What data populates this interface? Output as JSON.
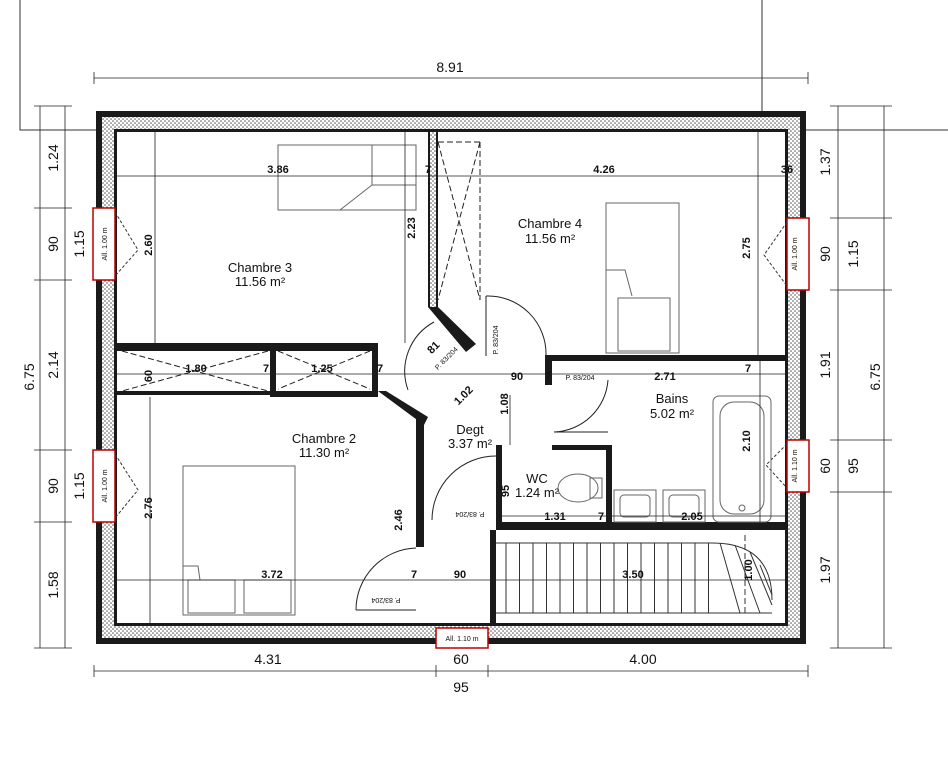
{
  "rooms": {
    "chambre3": {
      "name": "Chambre 3",
      "area": "11.56 m²"
    },
    "chambre4": {
      "name": "Chambre 4",
      "area": "11.56 m²"
    },
    "chambre2": {
      "name": "Chambre 2",
      "area": "11.30 m²"
    },
    "degt": {
      "name": "Degt",
      "area": "3.37 m²"
    },
    "bains": {
      "name": "Bains",
      "area": "5.02 m²"
    },
    "wc": {
      "name": "WC",
      "area": "1.24 m²"
    }
  },
  "dimensions": {
    "top_total": "8.91",
    "bottom_total": "95",
    "bottom_left": "4.31",
    "bottom_mid": "60",
    "bottom_right": "4.00",
    "left_total": "6.75",
    "left_a": [
      "1.24",
      "2.14",
      "1.58"
    ],
    "left_b": [
      "90",
      "1.15",
      "90",
      "1.15"
    ],
    "right_total": "6.75",
    "right_a": [
      "1.37",
      "1.91",
      "1.97"
    ],
    "right_b": [
      "90",
      "1.15",
      "60",
      "95"
    ],
    "inner": {
      "c3_width": "3.86",
      "c4_width": "4.26",
      "c4_36": "36",
      "c3_height": "2.60",
      "c3_223": "2.23",
      "c4_height": "2.75",
      "closet_180": "1.80",
      "closet_125": "1.25",
      "closet_60": "60",
      "door_81": "81",
      "door_102": "1.02",
      "degt_108": "1.08",
      "degt_90": "90",
      "bains_271": "2.71",
      "bains_210": "2.10",
      "bains_205": "2.05",
      "wc_95": "95",
      "wc_131": "1.31",
      "c2_276": "2.76",
      "c2_246": "2.46",
      "c2_372": "3.72",
      "hall_90": "90",
      "stairs_350": "3.50",
      "stairs_100": "1.00",
      "seven": "7"
    }
  },
  "labels": {
    "window_left_1": "All. 1.00 m",
    "window_left_2": "All. 1.00 m",
    "window_right_1": "All. 1.00 m",
    "window_right_2": "All. 1.10 m",
    "window_bottom": "All. 1.10 m",
    "door_p1": "P. 83/204",
    "door_p2": "P. 83/204",
    "door_p3": "P. 83/204",
    "door_p4": "P. 83/204",
    "door_p5": "P. 83/204"
  }
}
